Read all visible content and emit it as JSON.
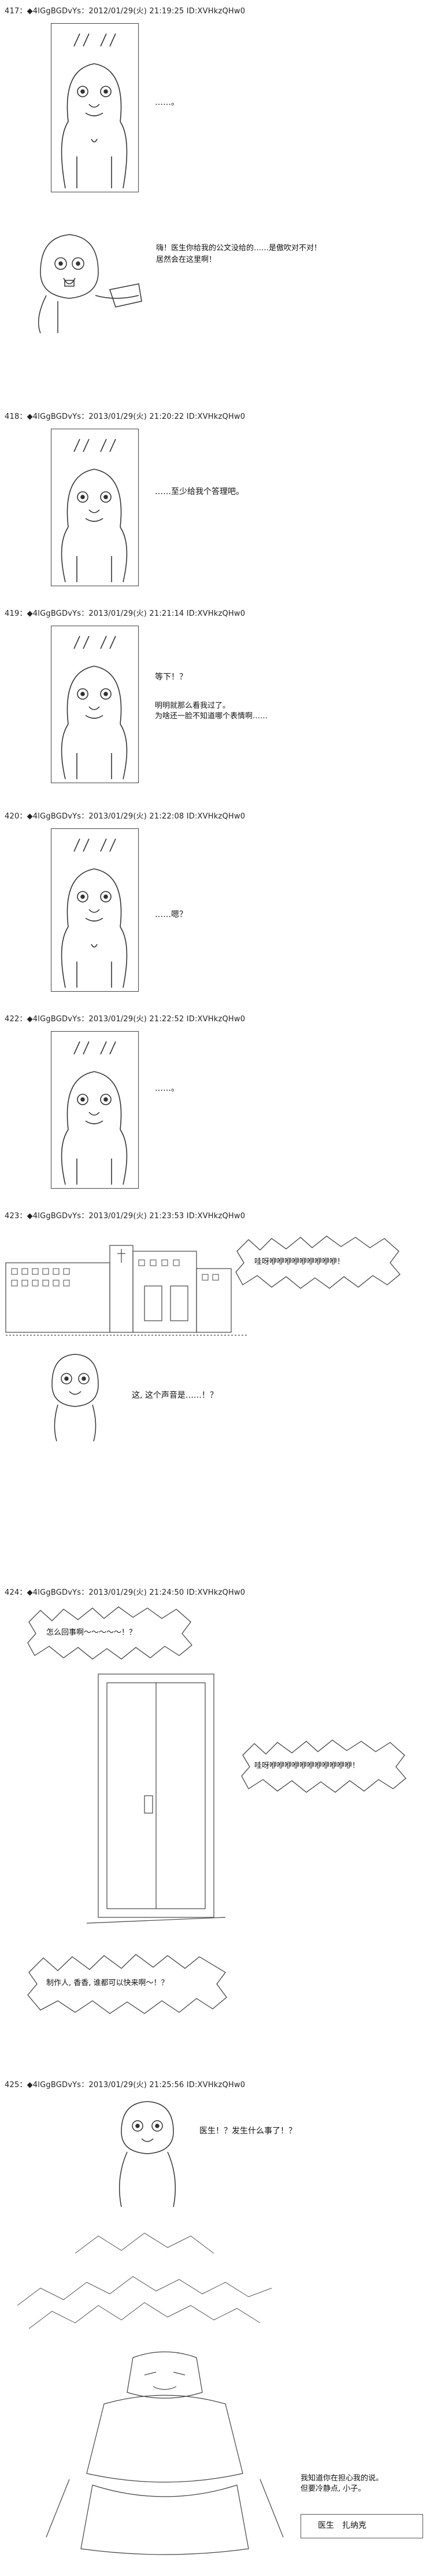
{
  "posts": [
    {
      "header": "417：◆4lGgBGDvYs：2012/01/29(火) 21:19:25 ID:XVHkzQHw0",
      "lines": [
        "……。"
      ],
      "extra": [
        "嗨！医生你给我的公文没给的……是傲吹对不对！",
        "居然会在这里啊！"
      ]
    },
    {
      "header": "418：◆4lGgBGDvYs：2013/01/29(火) 21:20:22 ID:XVHkzQHw0",
      "lines": [
        "……至少给我个答理吧。"
      ]
    },
    {
      "header": "419：◆4lGgBGDvYs：2013/01/29(火) 21:21:14 ID:XVHkzQHw0",
      "lines": [
        "等下！？",
        "明明就那么看我过了。",
        "为啥还一脸不知道哪个表情啊……"
      ]
    },
    {
      "header": "420：◆4lGgBGDvYs：2013/01/29(火) 21:22:08 ID:XVHkzQHw0",
      "lines": [
        "……嗯？"
      ]
    },
    {
      "header": "422：◆4lGgBGDvYs：2013/01/29(火) 21:22:52 ID:XVHkzQHw0",
      "lines": [
        "……。"
      ]
    },
    {
      "header": "423：◆4lGgBGDvYs：2013/01/29(火) 21:23:53 ID:XVHkzQHw0",
      "lines": [
        "哇呀咿咿咿咿咿咿咿咿咿！",
        "这, 这个声音是……！？"
      ]
    },
    {
      "header": "424：◆4lGgBGDvYs：2013/01/29(火) 21:24:50 ID:XVHkzQHw0",
      "lines": [
        "怎么回事啊～～～～～！？",
        "哇呀咿咿咿咿咿咿咿咿咿咿咿！",
        "制作人, 香香, 谁都可以快来啊～！？"
      ]
    },
    {
      "header": "425：◆4lGgBGDvYs：2013/01/29(火) 21:25:56 ID:XVHkzQHw0",
      "lines": [
        "医生！？发生什么事了！？",
        "我知道你在担心我的说。",
        "但要冷静点, 小子。"
      ],
      "label": "医生　扎纳克"
    }
  ]
}
